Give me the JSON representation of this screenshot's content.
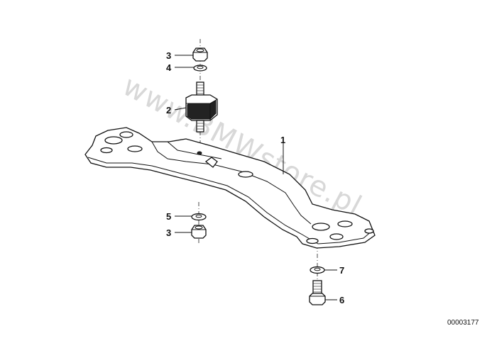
{
  "diagram": {
    "watermark": "www.BMWstore.pl",
    "document_number": "00003177",
    "callouts": [
      {
        "id": "c3a",
        "label": "3"
      },
      {
        "id": "c4",
        "label": "4"
      },
      {
        "id": "c2",
        "label": "2"
      },
      {
        "id": "c1",
        "label": "1"
      },
      {
        "id": "c5",
        "label": "5"
      },
      {
        "id": "c3b",
        "label": "3"
      },
      {
        "id": "c7",
        "label": "7"
      },
      {
        "id": "c6",
        "label": "6"
      }
    ]
  }
}
